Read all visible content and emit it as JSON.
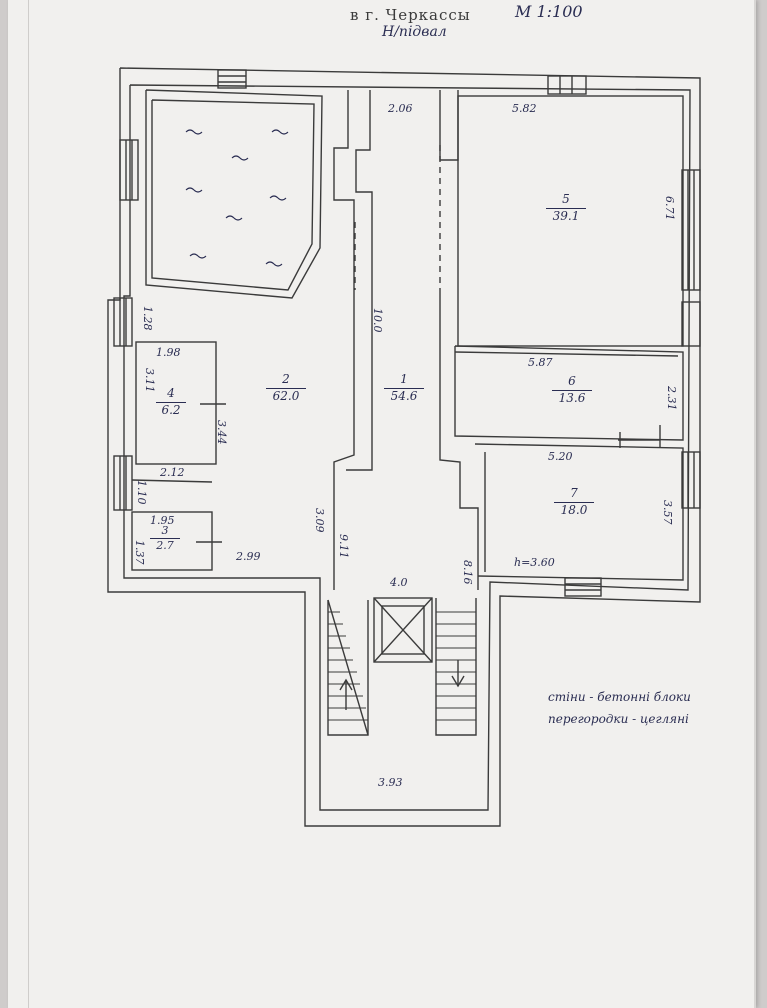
{
  "header": {
    "city": "в г. Черкассы",
    "scale": "М 1:100",
    "level": "Н/підвал"
  },
  "rooms": [
    {
      "number": "1",
      "area": "54.6"
    },
    {
      "number": "2",
      "area": "62.0"
    },
    {
      "number": "3",
      "area": "2.7"
    },
    {
      "number": "4",
      "area": "6.2"
    },
    {
      "number": "5",
      "area": "39.1"
    },
    {
      "number": "6",
      "area": "13.6"
    },
    {
      "number": "7",
      "area": "18.0"
    }
  ],
  "dimensions": {
    "corridor_width": "2.06",
    "room5_width": "5.82",
    "room5_height": "6.71",
    "left_window_gap": "1.28",
    "corridor_length": "10.0",
    "room4_width": "1.98",
    "room4_height": "3.11",
    "room2_partition": "3.44",
    "room6_width": "5.87",
    "room6_height": "2.31",
    "room7_width": "5.20",
    "room4_bottom": "2.12",
    "left_lower_gap": "1.10",
    "room2_lower": "3.09",
    "room3_width": "1.95",
    "room3_height": "1.37",
    "stair_left": "9.11",
    "stair_right": "8.16",
    "room2_bottom": "2.99",
    "room7_height": "3.57",
    "ceiling_height": "h=3.60",
    "stair_top": "4.0",
    "stair_bottom": "3.93"
  },
  "notes": {
    "line1": "стіни - бетонні блоки",
    "line2": "перегородки - цегляні"
  },
  "colors": {
    "paper": "#f1f0ee",
    "ink": "#2a2d52",
    "line": "#3b3b3b"
  }
}
